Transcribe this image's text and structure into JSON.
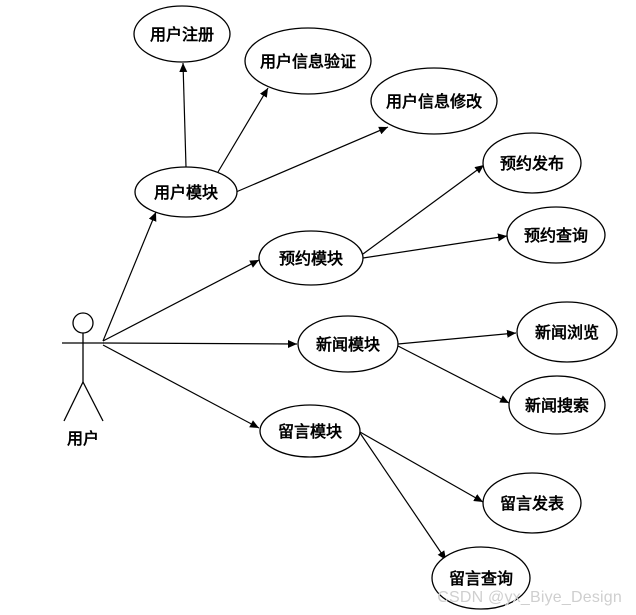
{
  "actor": {
    "label": "用户"
  },
  "nodes": {
    "user_module": "用户模块",
    "user_register": "用户注册",
    "user_info_verify": "用户信息验证",
    "user_info_modify": "用户信息修改",
    "booking_module": "预约模块",
    "booking_publish": "预约发布",
    "booking_query": "预约查询",
    "news_module": "新闻模块",
    "news_browse": "新闻浏览",
    "news_search": "新闻搜索",
    "message_module": "留言模块",
    "message_publish": "留言发表",
    "message_query": "留言查询"
  },
  "watermark": "CSDN @yx_Biye_Design",
  "colors": {
    "stroke": "#000000",
    "background": "#ffffff",
    "watermark": "#cfcfcf"
  }
}
